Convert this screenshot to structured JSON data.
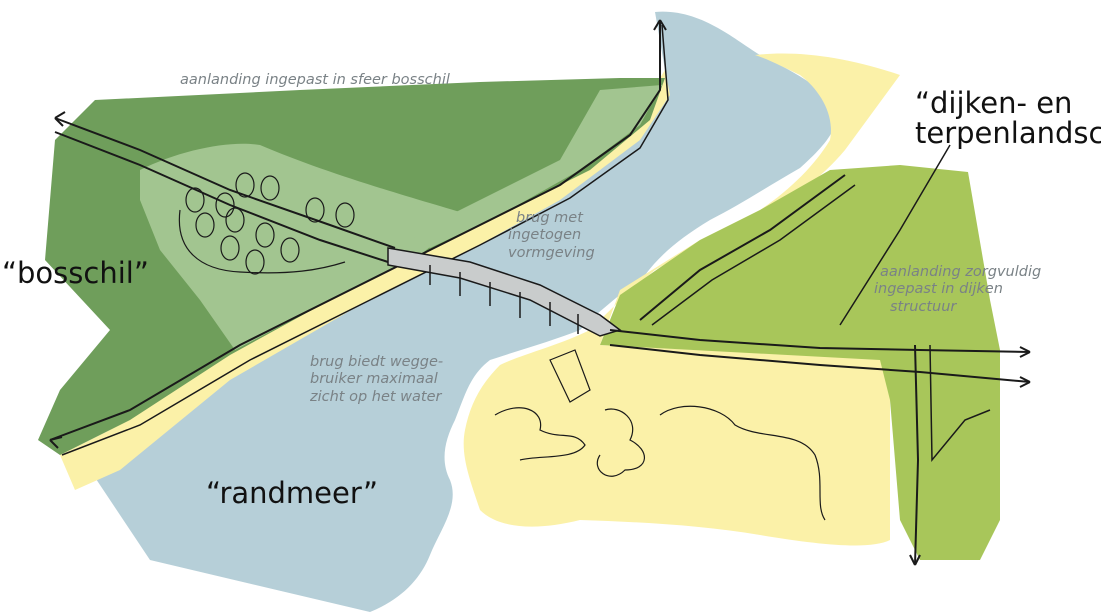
{
  "regions": {
    "bosschil": "“bosschil”",
    "dijken_terpen": [
      "“dijken- en",
      "terpenlandschap”"
    ],
    "randmeer": "“randmeer”"
  },
  "annotations": {
    "aanlanding_bosschil": "aanlanding ingepast in sfeer bosschil",
    "brug_vormgeving": [
      "brug met",
      "ingetogen",
      "vormgeving"
    ],
    "aanlanding_dijken": [
      "aanlanding zorgvuldig",
      "ingepast in dijken",
      "structuur"
    ],
    "brug_zicht": [
      "brug biedt wegge-",
      "bruiker maximaal",
      "zicht op het water"
    ]
  },
  "colors": {
    "forest": "#6f9e5b",
    "forest_light": "#a2c590",
    "polder": "#a8c65a",
    "water": "#b6cfd8",
    "sand": "#fbf1a8",
    "bridge": "#c9cccc",
    "ink": "#1a1a1a"
  }
}
